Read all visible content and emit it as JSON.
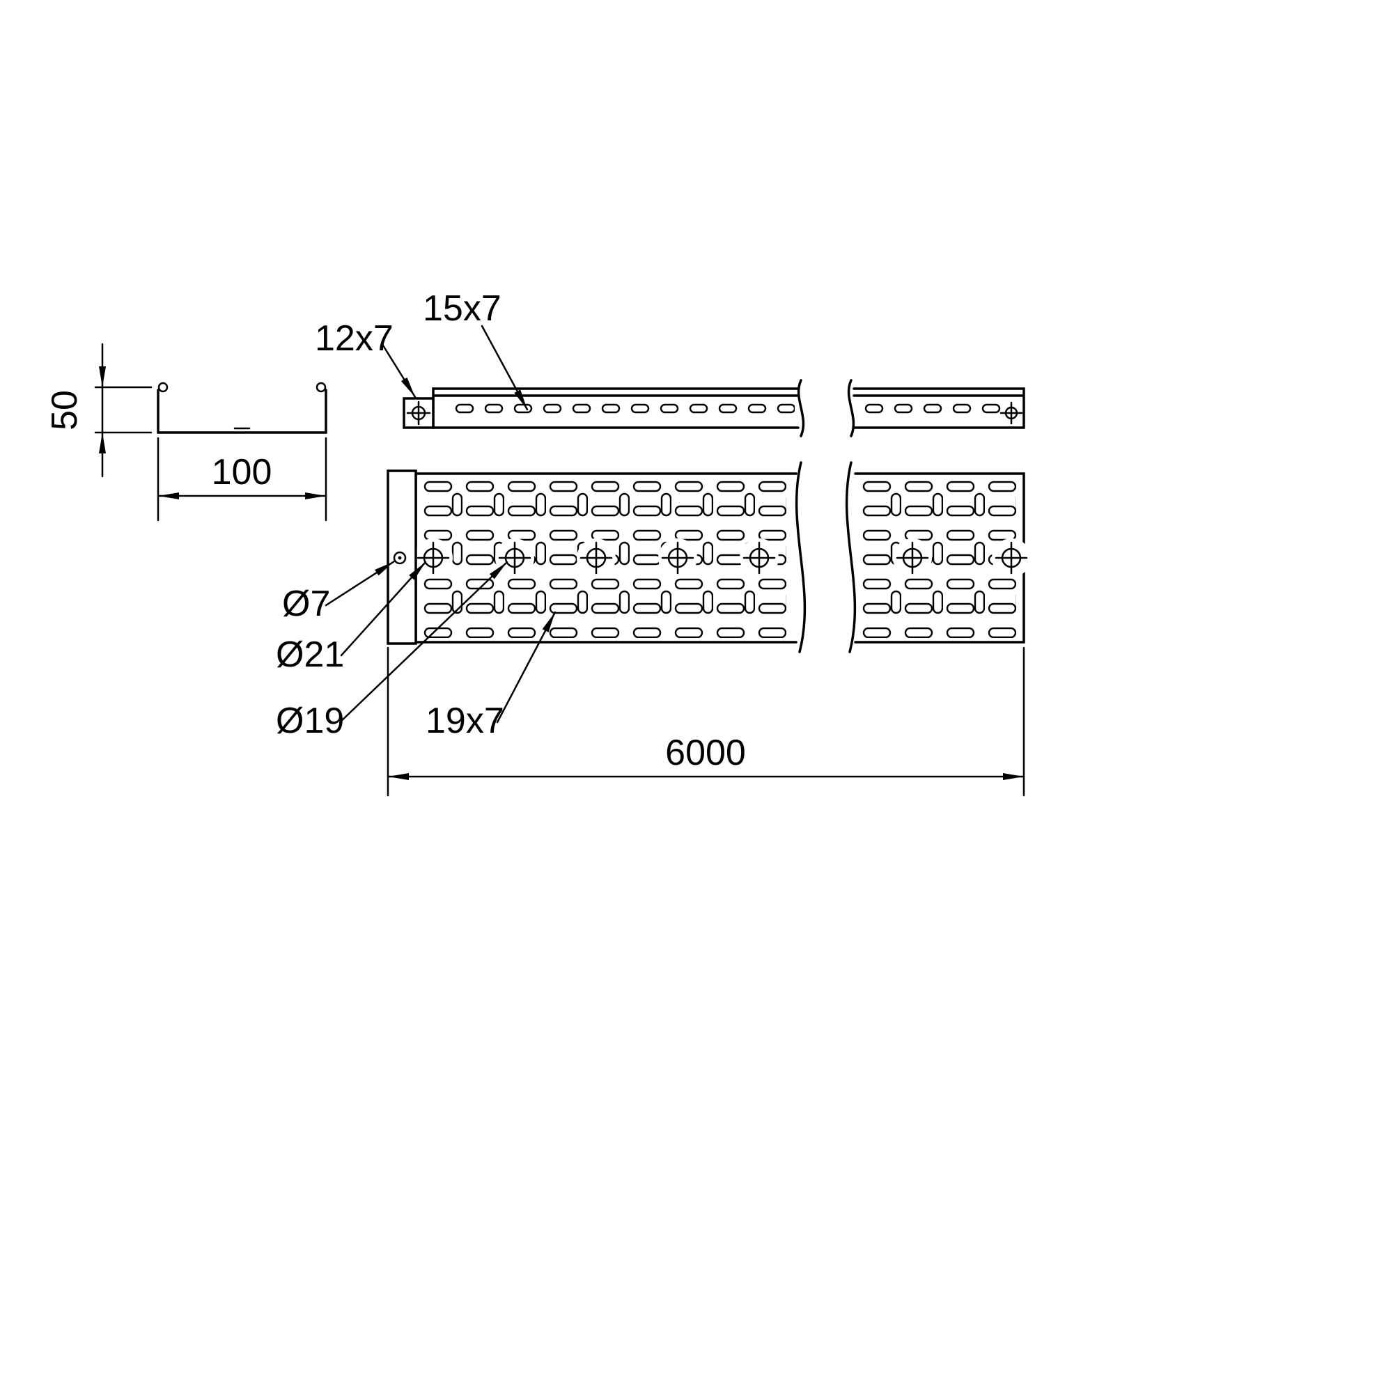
{
  "drawing": {
    "colors": {
      "ink": "#000000",
      "paper": "#ffffff"
    },
    "cross_section": {
      "height_label": "50",
      "width_label": "100"
    },
    "side_view": {
      "end_plate_slot_label": "12x7",
      "slot_label": "15x7"
    },
    "plan_view": {
      "hole_small_label": "Ø7",
      "hole_end_label": "Ø21",
      "hole_row_label": "Ø19",
      "slot_label": "19x7",
      "length_label": "6000"
    }
  }
}
